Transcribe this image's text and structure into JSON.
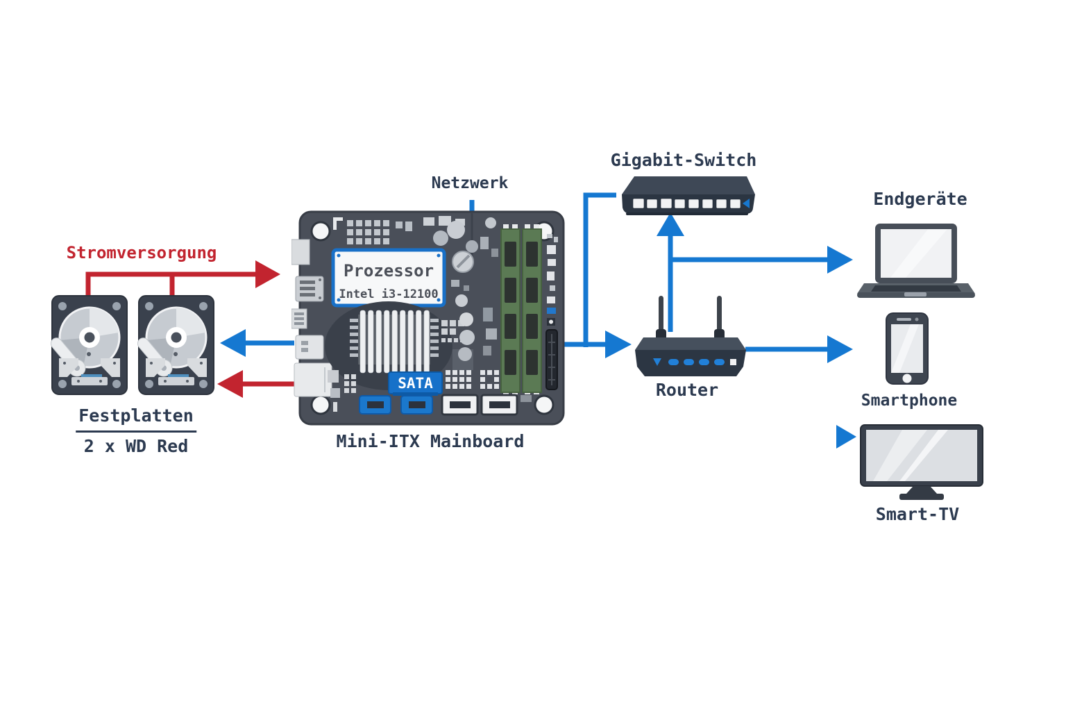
{
  "colors": {
    "net-blue": "#1578d1",
    "pwr-red": "#c2242f",
    "text-navy": "#2c3a50",
    "board-gray": "#4a4f59",
    "label-blue": "#1870c8"
  },
  "nodes": {
    "power": {
      "label": "Stromversorgung"
    },
    "storage": {
      "label": "Festplatten",
      "sublabel": "2 x WD Red"
    },
    "mainboard": {
      "label": "Mini-ITX Mainboard",
      "network_label": "Netzwerk",
      "cpu": {
        "title": "Prozessor",
        "model": "Intel i3-12100"
      },
      "sata_label": "SATA"
    },
    "switch": {
      "label": "Gigabit-Switch"
    },
    "router": {
      "label": "Router"
    },
    "laptop": {
      "label": "Endgeräte"
    },
    "smartphone": {
      "label": "Smartphone"
    },
    "smarttv": {
      "label": "Smart-TV"
    }
  }
}
